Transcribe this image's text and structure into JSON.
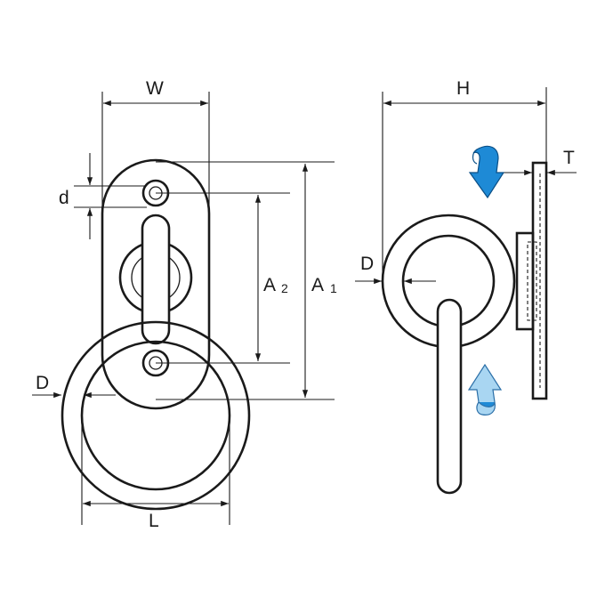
{
  "labels": {
    "width": "W",
    "hole_diameter": "d",
    "length_a": "A",
    "a2_sub": "2",
    "a1_sub": "1",
    "ring_diameter_front": "D",
    "ring_length": "L",
    "height": "H",
    "thickness": "T",
    "ring_diameter_side": "D"
  },
  "colors": {
    "line": "#1a1a1a",
    "arrow_dark_blue": "#1e8ad6",
    "arrow_light_blue": "#a9d6f2"
  }
}
